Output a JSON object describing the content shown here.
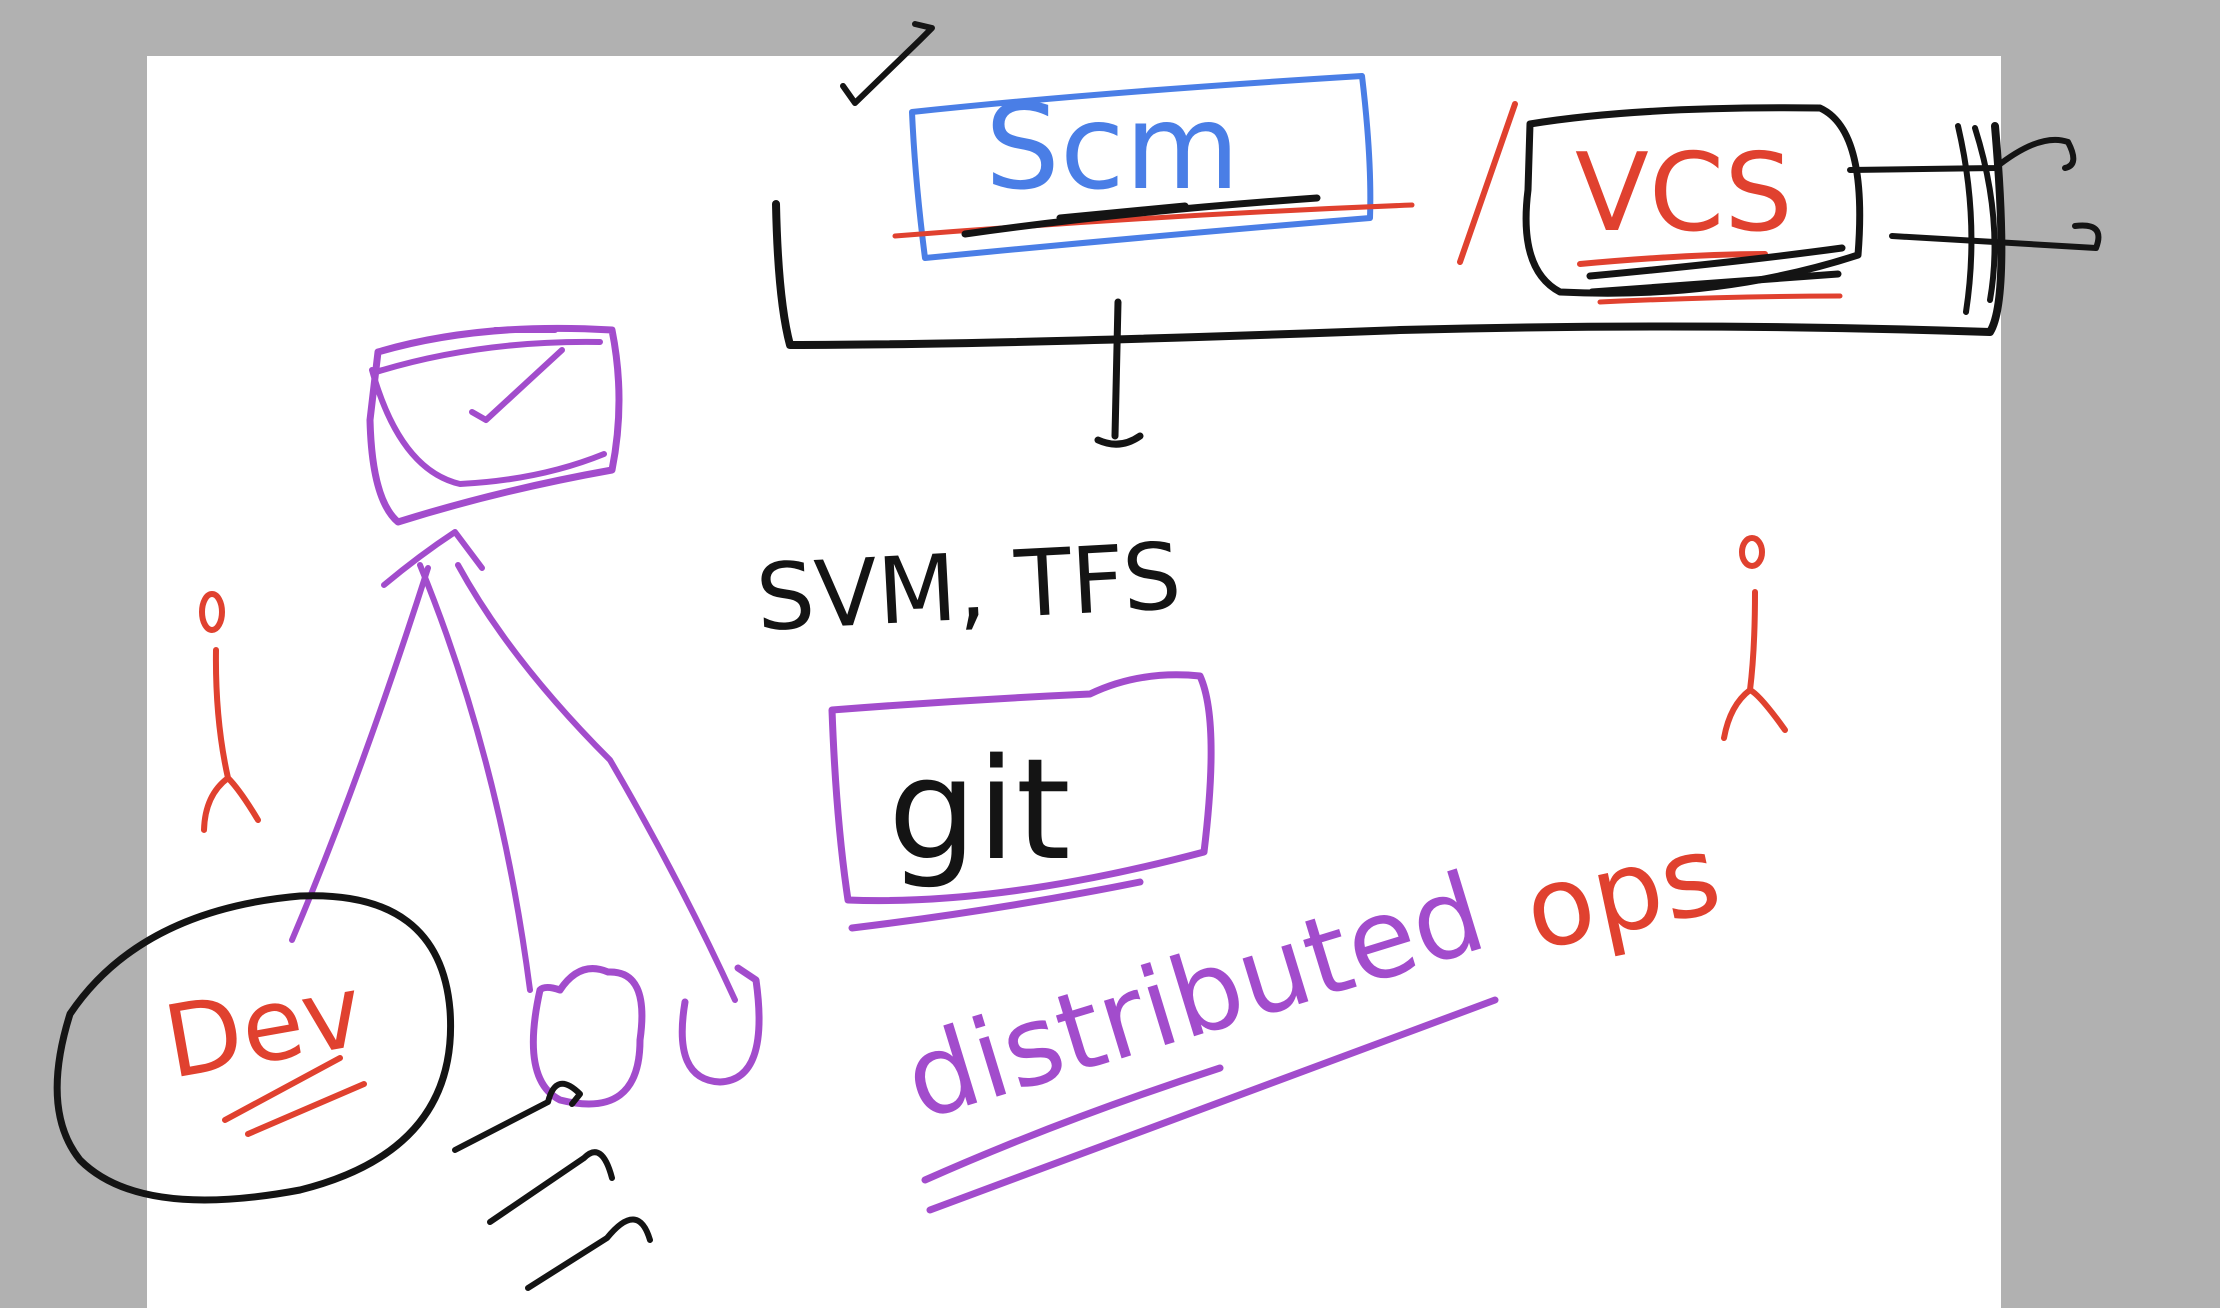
{
  "canvas": {
    "background": "#b1b1b1",
    "page_color": "#ffffff"
  },
  "colors": {
    "black": "#141414",
    "blue": "#4a7ee6",
    "red": "#e0412f",
    "purple": "#a24ccc"
  },
  "labels": {
    "scm": "Scm",
    "vcs": "VCS",
    "svn_tfs": "SVM, TFS",
    "git": "git",
    "dev": "Dev",
    "distributed": "distributed",
    "ops": "ops"
  },
  "icons": [
    "checkmark-icon",
    "person-icon",
    "server-icon"
  ]
}
